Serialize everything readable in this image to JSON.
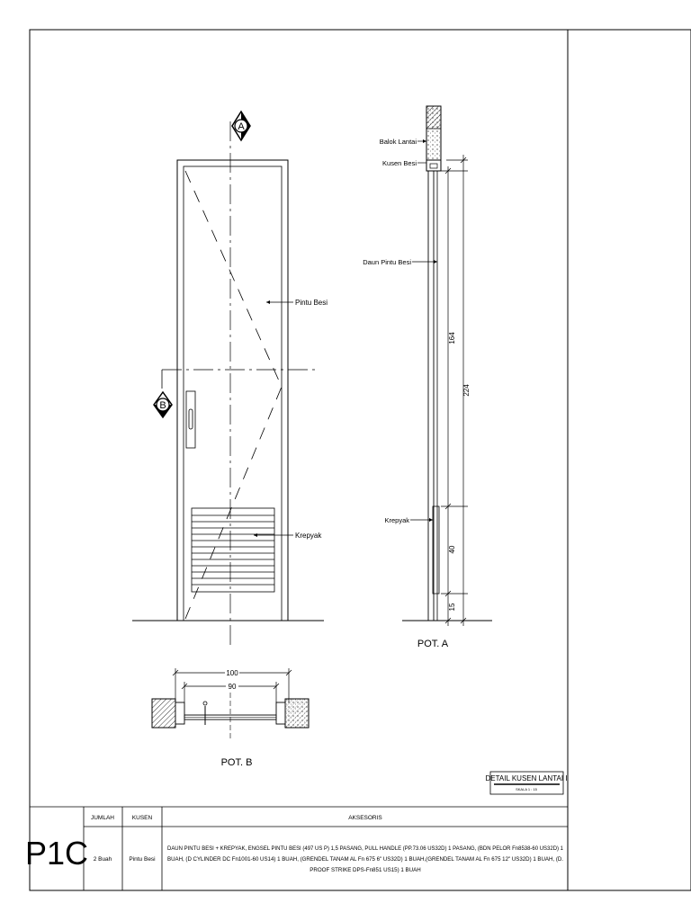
{
  "door_elevation": {
    "section_a_marker": "A",
    "section_b_marker": "B",
    "label_door": "Pintu Besi",
    "label_louver": "Krepyak"
  },
  "section_a": {
    "title": "POT. A",
    "label_balok": "Balok Lantai",
    "label_kusen": "Kusen Besi",
    "label_daun": "Daun Pintu Besi",
    "label_krepyak": "Krepyak",
    "dim_total": "224",
    "dim_upper": "164",
    "dim_louver": "40",
    "dim_bottom": "15"
  },
  "section_b": {
    "title": "POT. B",
    "dim_outer": "100",
    "dim_inner": "90"
  },
  "detail_title": {
    "title": "DETAIL KUSEN LANTAI I",
    "scale": "SKALA 1 : 15"
  },
  "schedule": {
    "code": "P1C",
    "headers": {
      "jumlah": "JUMLAH",
      "kusen": "KUSEN",
      "aksesoris": "AKSESORIS"
    },
    "row": {
      "jumlah": "2 Buah",
      "kusen": "Pintu Besi",
      "aksesoris_line1": "DAUN PINTU BESI + KREPYAK, ENGSEL PINTU BESI (497 US P) 1,5 PASANG, PULL HANDLE (PP.73.06 US32D) 1 PASANG, (BDN PELOR Fn8538-60 US32D) 1",
      "aksesoris_line2": "BUAH, (D CYLINDER DC Fn1001-60 US14) 1 BUAH, (GRENDEL TANAM AL Fn 675 6\" US32D) 1 BUAH,(GRENDEL TANAM AL Fn 675 12\" US32D) 1 BUAH, (D.",
      "aksesoris_line3": "PROOF STRIKE DPS-Fn851 US15) 1 BUAH"
    }
  }
}
